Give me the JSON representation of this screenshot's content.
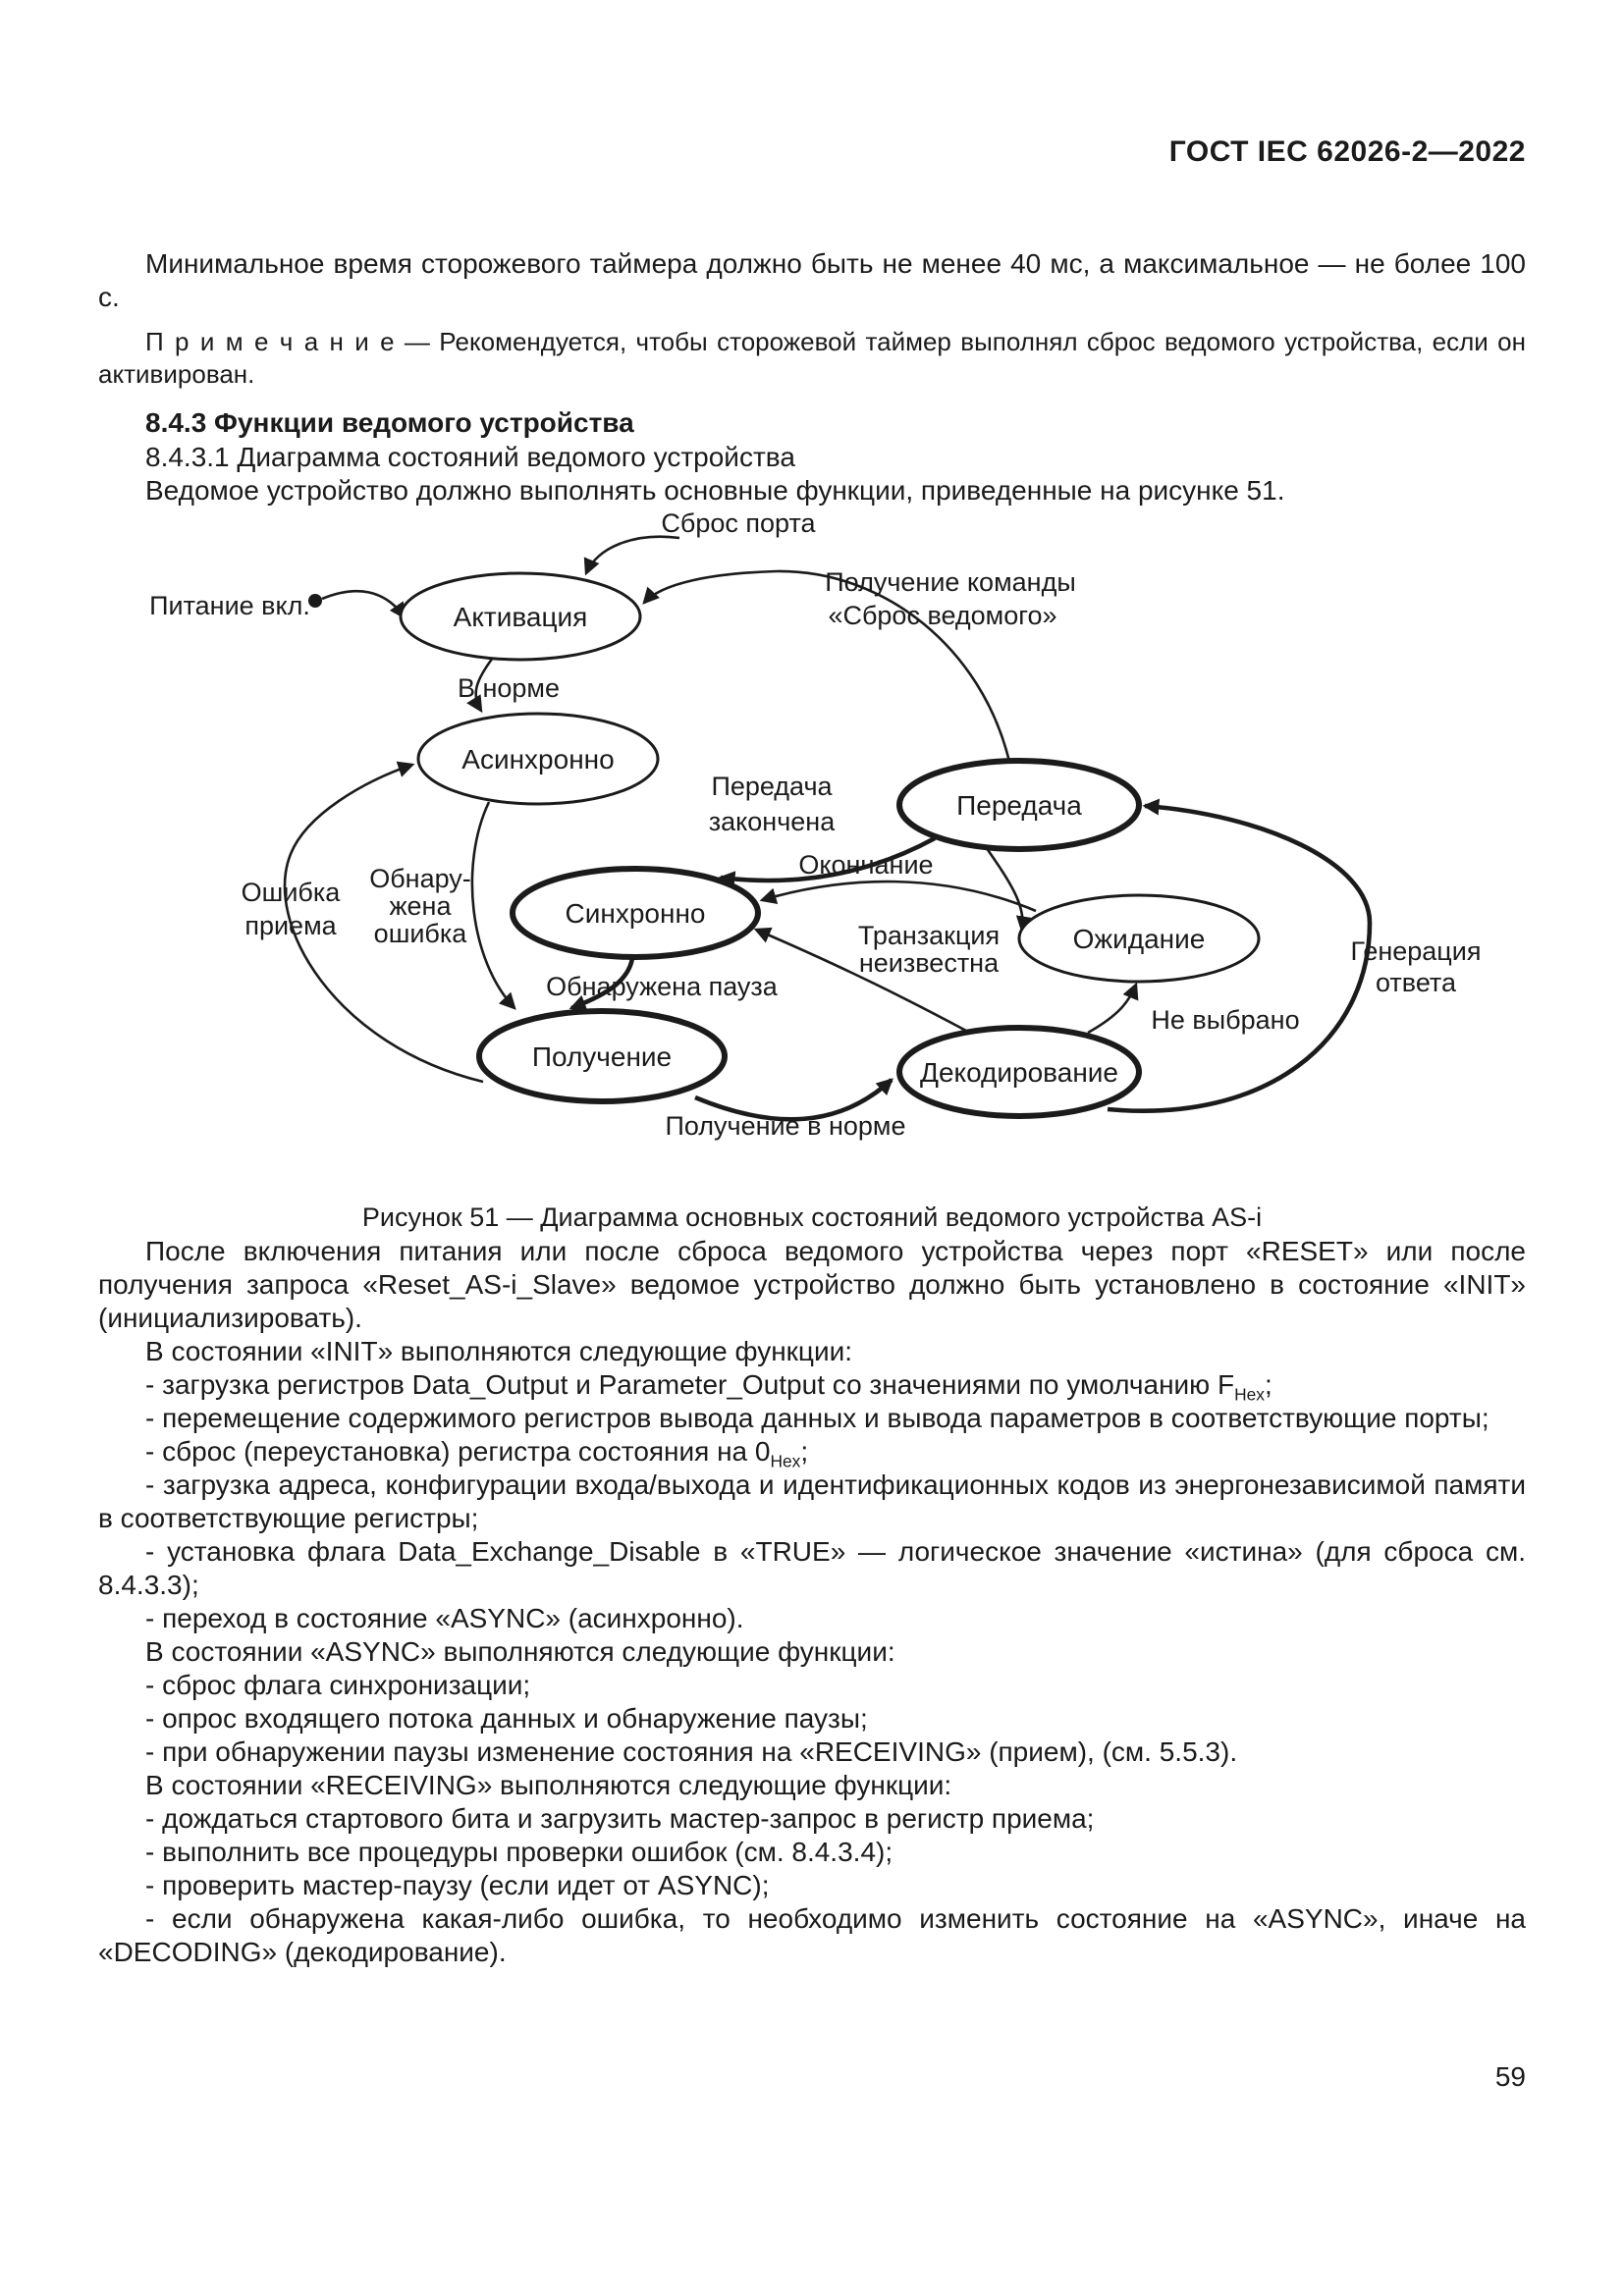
{
  "header": {
    "title": "ГОСТ IEC 62026-2—2022"
  },
  "intro": {
    "p1": "Минимальное время сторожевого таймера должно быть не менее 40 мс, а максимальное — не более 100 с.",
    "note_label": "П р и м е ч а н и е",
    "note_text": " — Рекомендуется, чтобы сторожевой таймер выполнял сброс ведомого устройства, если он активирован.",
    "h843": "8.4.3 Функции ведомого устройства",
    "h8431": "8.4.3.1 Диаграмма состояний ведомого устройства",
    "lead": "Ведомое устройство должно выполнять основные функции, приведенные на рисунке 51."
  },
  "diagram": {
    "states": {
      "activation": "Активация",
      "async": "Асинхронно",
      "sync": "Синхронно",
      "receiving": "Получение",
      "transmit": "Передача",
      "wait": "Ожидание",
      "decoding": "Декодирование"
    },
    "labels": {
      "port_reset": "Сброс порта",
      "power_on": "Питание вкл.",
      "ok": "В норме",
      "cmd_line1": "Получение команды",
      "cmd_line2": "«Сброс ведомого»",
      "transmit_done_line1": "Передача",
      "transmit_done_line2": "закончена",
      "end": "Окончание",
      "rx_error_line1": "Ошибка",
      "rx_error_line2": "приема",
      "err_line1": "Обнару-",
      "err_line2": "жена",
      "err_line3": "ошибка",
      "pause": "Обнаружена пауза",
      "rx_ok": "Получение в норме",
      "tr_line1": "Транзакция",
      "tr_line2": "неизвестна",
      "not_selected": "Не выбрано",
      "gen_line1": "Генерация",
      "gen_line2": "ответа"
    }
  },
  "figure": {
    "caption": "Рисунок 51 — Диаграмма основных состояний ведомого устройства AS-i"
  },
  "body": {
    "paragraphs": [
      {
        "text": "После включения питания или после сброса ведомого устройства через порт «RESET» или после получения запроса «Reset_AS-i_Slave» ведомое устройство должно быть установлено в состояние «INIT» (инициализировать)."
      },
      {
        "text": "В состоянии «INIT» выполняются следующие функции:"
      },
      {
        "text": "- загрузка регистров Data_Output и Parameter_Output со значениями по умолчанию F⟦Hex⟧;"
      },
      {
        "text": "- перемещение содержимого регистров вывода данных и вывода параметров в соответствующие порты;"
      },
      {
        "text": "- сброс (переустановка) регистра состояния на 0⟦Hex⟧;"
      },
      {
        "text": "- загрузка адреса, конфигурации входа/выхода и идентификационных кодов из энергонезависимой памяти в соответствующие регистры;"
      },
      {
        "text": "- установка флага Data_Exchange_Disable в «TRUE» — логическое значение «истина» (для сброса см. 8.4.3.3);"
      },
      {
        "text": "- переход в состояние «ASYNC» (асинхронно)."
      },
      {
        "text": "В состоянии «ASYNC» выполняются следующие функции:"
      },
      {
        "text": "- сброс флага синхронизации;"
      },
      {
        "text": "- опрос входящего потока данных и обнаружение паузы;"
      },
      {
        "text": "- при обнаружении паузы изменение состояния на «RECEIVING» (прием), (см. 5.5.3)."
      },
      {
        "text": "В состоянии «RECEIVING» выполняются следующие функции:"
      },
      {
        "text": "- дождаться стартового бита и загрузить мастер-запрос в регистр приема;"
      },
      {
        "text": "- выполнить все процедуры проверки ошибок (см. 8.4.3.4);"
      },
      {
        "text": "- проверить мастер-паузу (если идет от ASYNC);"
      },
      {
        "text": "- если обнаружена какая-либо ошибка, то необходимо изменить состояние на «ASYNC», иначе на «DECODING» (декодирование)."
      }
    ]
  },
  "footer": {
    "page_number": "59"
  }
}
